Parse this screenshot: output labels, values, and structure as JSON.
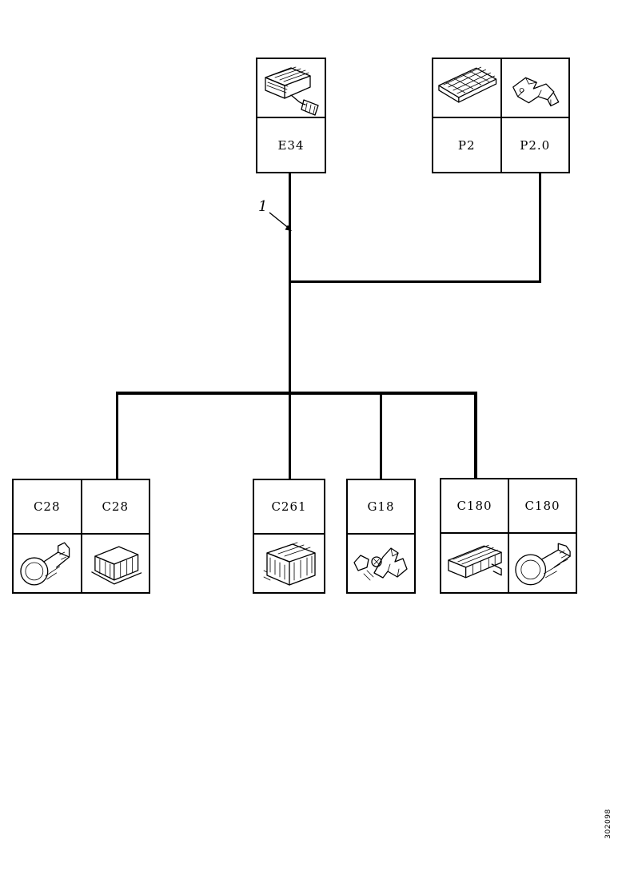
{
  "page": {
    "background_color": "#ffffff",
    "ink_color": "#000000"
  },
  "figure_number": "302098",
  "callout": {
    "label": "1"
  },
  "nodes": {
    "e34": {
      "label": "E34"
    },
    "p2": {
      "label": "P2"
    },
    "p2_0": {
      "label": "P2.0"
    },
    "c28_left": {
      "label": "C28"
    },
    "c28_right": {
      "label": "C28"
    },
    "c261": {
      "label": "C261"
    },
    "g18": {
      "label": "G18"
    },
    "c180_left": {
      "label": "C180"
    },
    "c180_right": {
      "label": "C180"
    }
  },
  "diagram": {
    "type": "wiring-harness-tree",
    "callout_1_points_to": "main harness wire below E34",
    "edges": [
      [
        "E34",
        "P2.0"
      ],
      [
        "E34",
        "C28"
      ],
      [
        "E34",
        "C261"
      ],
      [
        "E34",
        "G18"
      ],
      [
        "E34",
        "C180"
      ]
    ]
  }
}
